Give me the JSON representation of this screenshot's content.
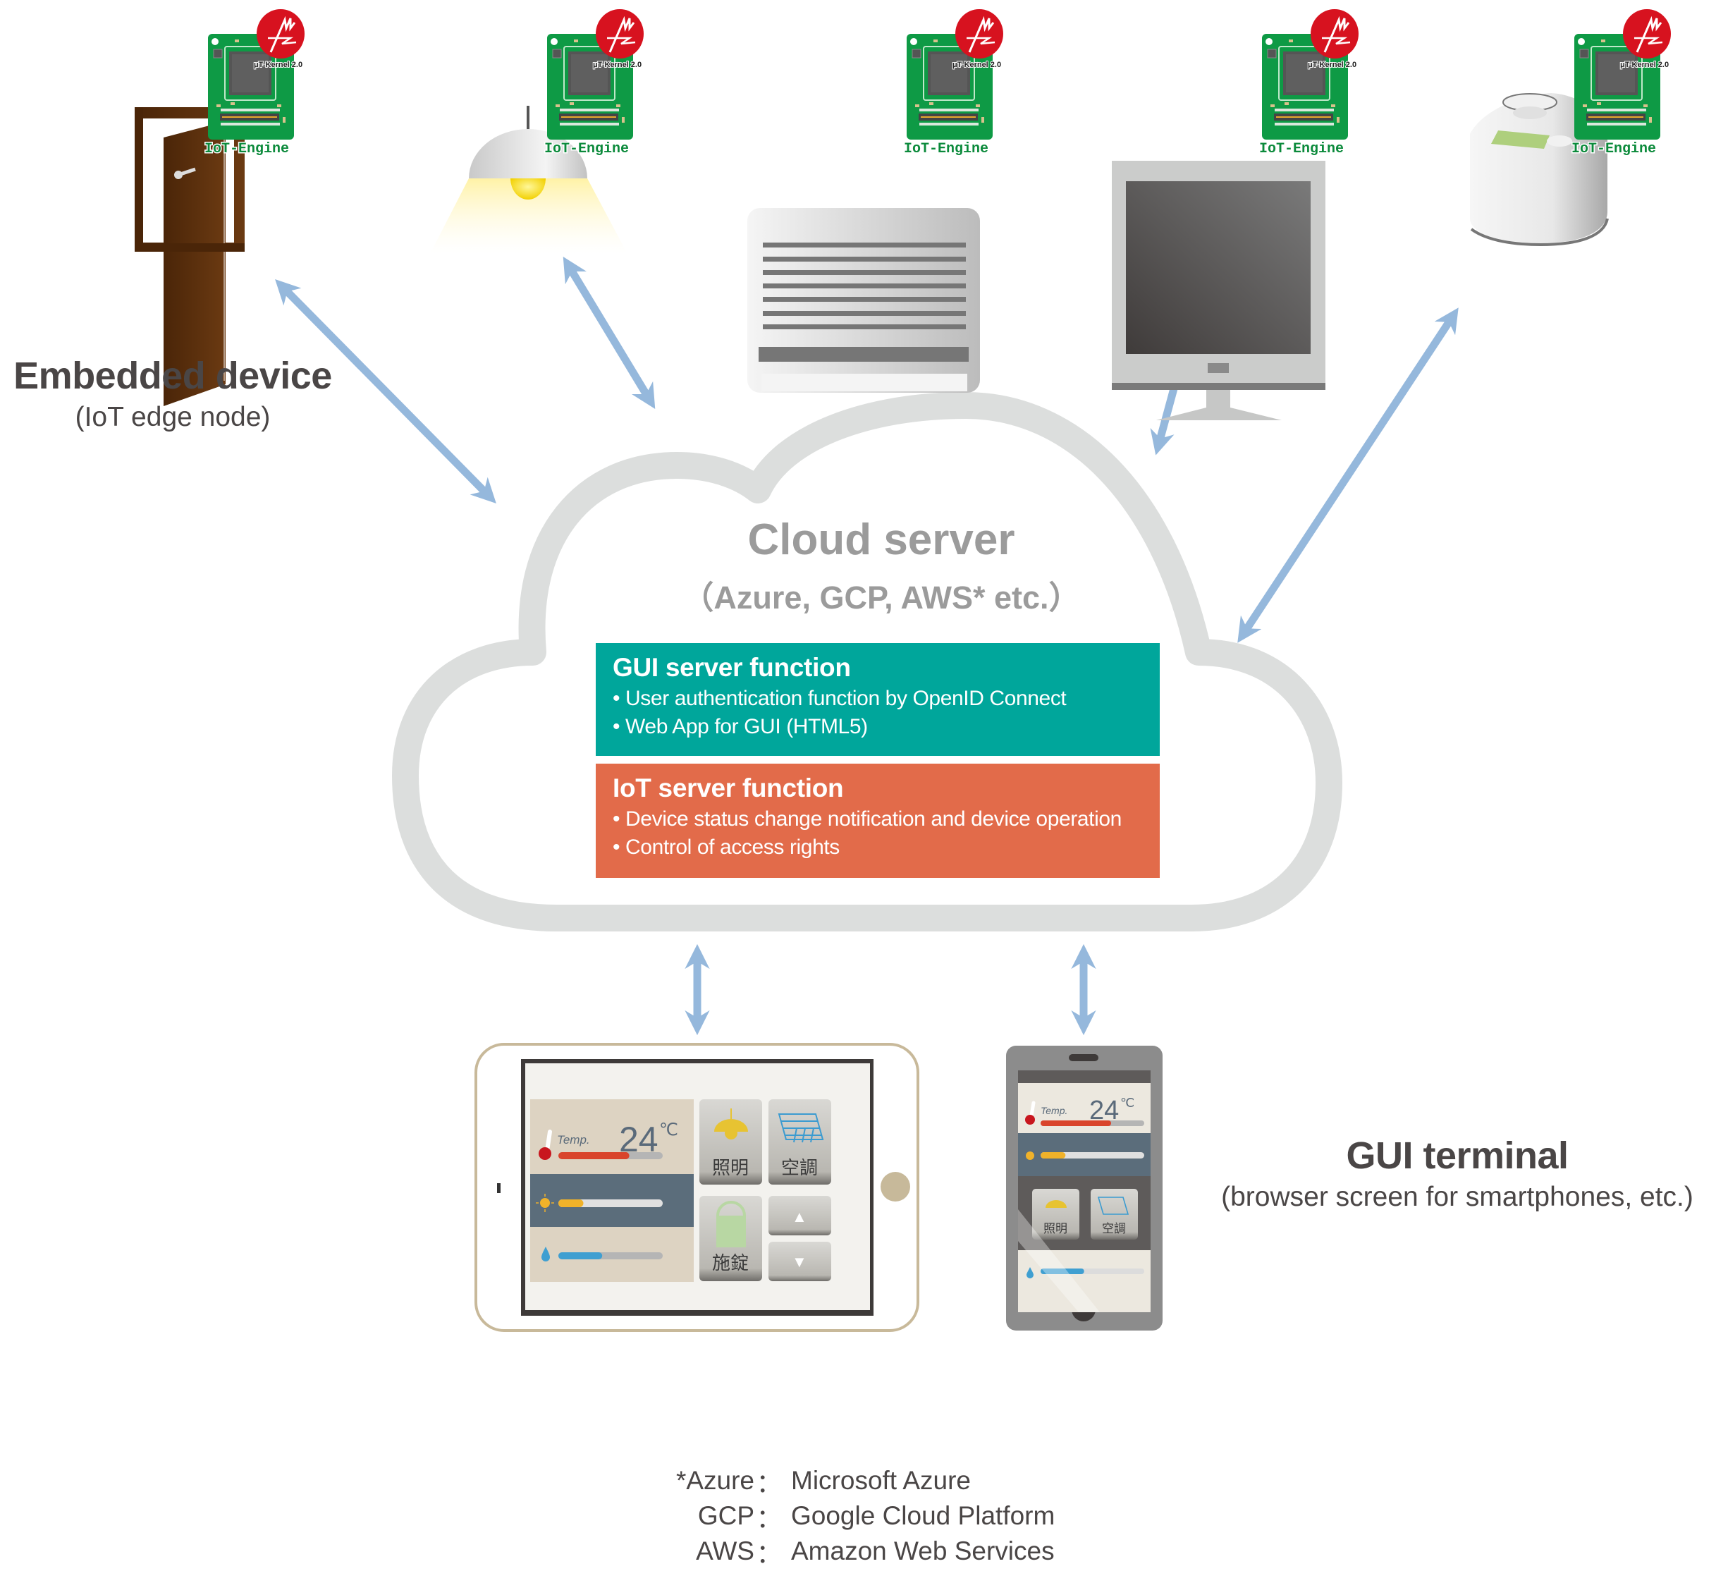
{
  "labels": {
    "embedded_title": "Embedded device",
    "embedded_sub": "(IoT edge node)",
    "gui_title": "GUI terminal",
    "gui_sub": "(browser screen for smartphones, etc.)"
  },
  "cloud": {
    "title": "Cloud server",
    "subtitle": "（Azure, GCP, AWS* etc.）",
    "gui_function": {
      "heading": "GUI server function",
      "items": [
        "• User authentication function by OpenID Connect",
        "• Web App for GUI (HTML5)"
      ]
    },
    "iot_function": {
      "heading": "IoT server function",
      "items": [
        "• Device status change notification and device operation",
        "• Control of access rights"
      ]
    }
  },
  "devices": [
    {
      "name": "door",
      "chip_label": "IoT-Engine",
      "os_label": "μT-Kernel 2.0"
    },
    {
      "name": "lamp",
      "chip_label": "IoT-Engine",
      "os_label": "μT-Kernel 2.0"
    },
    {
      "name": "air-conditioner",
      "chip_label": "IoT-Engine",
      "os_label": "μT-Kernel 2.0"
    },
    {
      "name": "tv",
      "chip_label": "IoT-Engine",
      "os_label": "μT-Kernel 2.0"
    },
    {
      "name": "rice-cooker",
      "chip_label": "IoT-Engine",
      "os_label": "μT-Kernel 2.0"
    }
  ],
  "terminal_ui": {
    "temp_label": "Temp.",
    "temp_value": "24",
    "temp_unit": "℃",
    "temp_level": 0.68,
    "light_level": 0.24,
    "humidity_level": 0.42,
    "buttons": {
      "lighting": "照明",
      "aircon": "空調",
      "lock": "施錠",
      "up": "▲",
      "down": "▼"
    }
  },
  "footnote": [
    {
      "key": "*Azure",
      "sep": "：",
      "value": "Microsoft Azure"
    },
    {
      "key": "GCP",
      "sep": "：",
      "value": "Google Cloud Platform"
    },
    {
      "key": "AWS",
      "sep": "：",
      "value": "Amazon Web Services"
    }
  ],
  "colors": {
    "arrow": "#95b8dc",
    "cloud_outline": "#dcdedd",
    "gui_box": "#00a69b",
    "iot_box": "#e26b4a",
    "chip_green": "#0e9a45",
    "kernel_red": "#d7121f"
  }
}
